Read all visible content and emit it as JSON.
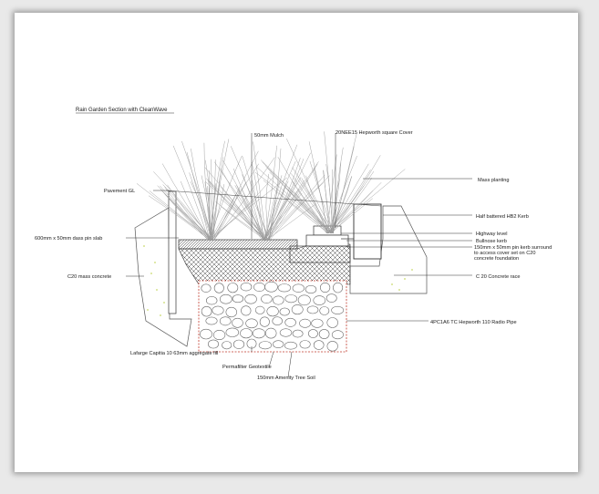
{
  "title": "Rain Garden Section  with CleanWave",
  "labels": {
    "mulch": "50mm Mulch",
    "cover": "20NEE15  Hepworth square Cover",
    "mass_planting": "Mass planting",
    "pavement_gl": "Pavement GL",
    "half_battered_kerb": "Half battered HB2 Kerb",
    "highway_level": "Highway level",
    "bullnose_kerb": "Bullnose kerb",
    "pin_kerb": "150mm x 50mm pin kerb surround to access cover set on C20 concrete foundation",
    "pin_slab": "600mm x 50mm dass pin slab",
    "c20_mass_concrete": "C20 mass concrete",
    "c20_concrete_race": "C 20 Concrete race",
    "drain_pipe": "4PC1A6 TC  Hepworth 110 Radio Pipe",
    "aggregate": "Lafarge Capitia 10 63mm aggregate fill",
    "geotextile": "Permafilter Geotextile",
    "tree_soil": "150mm Amenity Tree Soil"
  },
  "colors": {
    "ink": "#2a2a2a",
    "plant": "#9a9a9a",
    "membrane": "#c0392b",
    "stone": "#6a6a6a",
    "dots": "#c9d96a"
  }
}
